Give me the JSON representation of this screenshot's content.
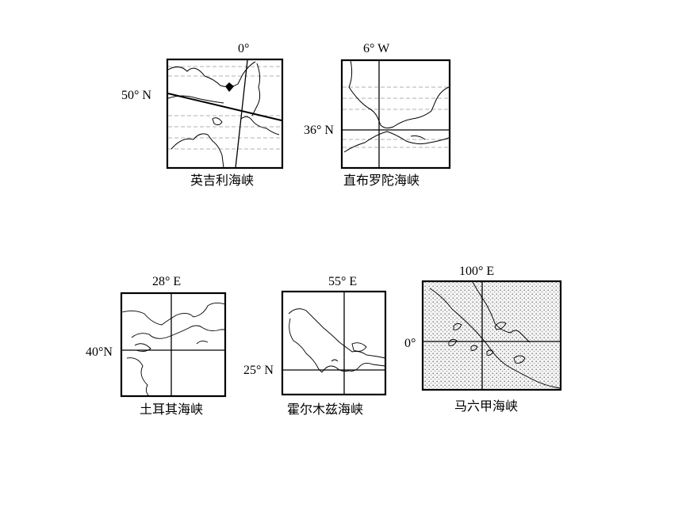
{
  "maps": [
    {
      "name": "英吉利海峡",
      "lon_label": "0°",
      "lat_label": "50° N"
    },
    {
      "name": "直布罗陀海峡",
      "lon_label": "6° W",
      "lat_label": "36° N"
    },
    {
      "name": "土耳其海峡",
      "lon_label": "28° E",
      "lat_label": "40°N"
    },
    {
      "name": "霍尔木兹海峡",
      "lon_label": "55° E",
      "lat_label": "25° N"
    },
    {
      "name": "马六甲海峡",
      "lon_label": "100° E",
      "lat_label": "0°"
    }
  ]
}
